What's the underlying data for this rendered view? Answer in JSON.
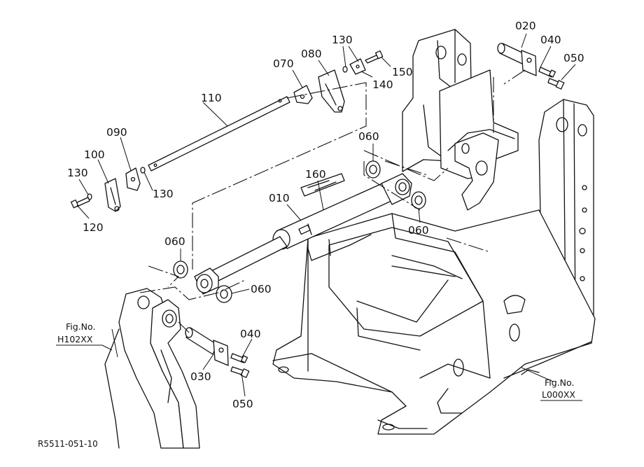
{
  "part_labels": {
    "p010": "010",
    "p020": "020",
    "p030": "030",
    "p040a": "040",
    "p040b": "040",
    "p050a": "050",
    "p050b": "050",
    "p060a": "060",
    "p060b": "060",
    "p060c": "060",
    "p060d": "060",
    "p070": "070",
    "p080": "080",
    "p090": "090",
    "p100": "100",
    "p110": "110",
    "p120": "120",
    "p130a": "130",
    "p130b": "130",
    "p130c": "130",
    "p140": "140",
    "p150": "150",
    "p160": "160"
  },
  "figure_refs": {
    "left": {
      "line1": "Fig.No.",
      "line2": "H102XX"
    },
    "right": {
      "line1": "Fig.No.",
      "line2": "L000XX"
    }
  },
  "drawing_code": "R5511-051-10"
}
